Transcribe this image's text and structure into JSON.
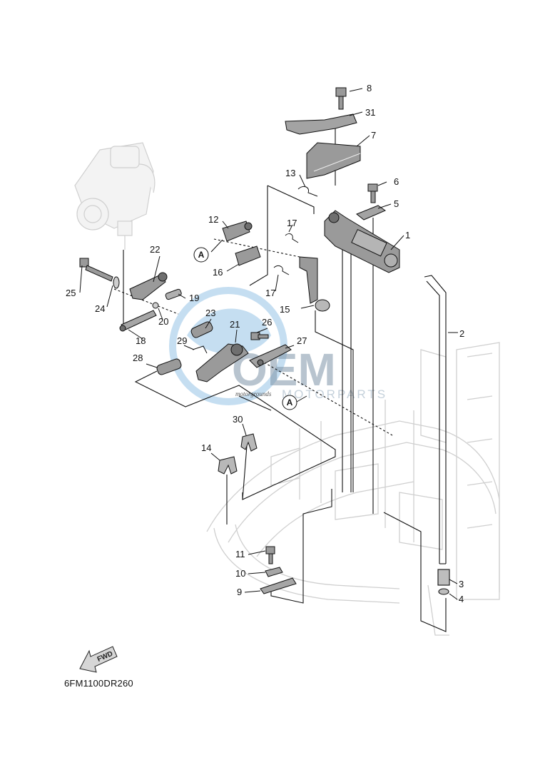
{
  "diagram_code": "6FM1100DR260",
  "fwd_label": "FWD",
  "reference_marker": "A",
  "watermark": {
    "logo": "OEM",
    "subtitle": "MOTORPARTS",
    "site": "motorgrounds"
  },
  "parts": [
    {
      "num": "1"
    },
    {
      "num": "2"
    },
    {
      "num": "3"
    },
    {
      "num": "4"
    },
    {
      "num": "5"
    },
    {
      "num": "6"
    },
    {
      "num": "7"
    },
    {
      "num": "8"
    },
    {
      "num": "9"
    },
    {
      "num": "10"
    },
    {
      "num": "11"
    },
    {
      "num": "12"
    },
    {
      "num": "13"
    },
    {
      "num": "14"
    },
    {
      "num": "15"
    },
    {
      "num": "16"
    },
    {
      "num": "17"
    },
    {
      "num": "17"
    },
    {
      "num": "18"
    },
    {
      "num": "19"
    },
    {
      "num": "20"
    },
    {
      "num": "21"
    },
    {
      "num": "22"
    },
    {
      "num": "23"
    },
    {
      "num": "24"
    },
    {
      "num": "25"
    },
    {
      "num": "26"
    },
    {
      "num": "27"
    },
    {
      "num": "28"
    },
    {
      "num": "29"
    },
    {
      "num": "30"
    },
    {
      "num": "31"
    }
  ],
  "colors": {
    "line": "#111111",
    "part_fill": "#9a9a9a",
    "ghost": "#c8c8c8",
    "watermark_blue": "#5aa0d8"
  }
}
